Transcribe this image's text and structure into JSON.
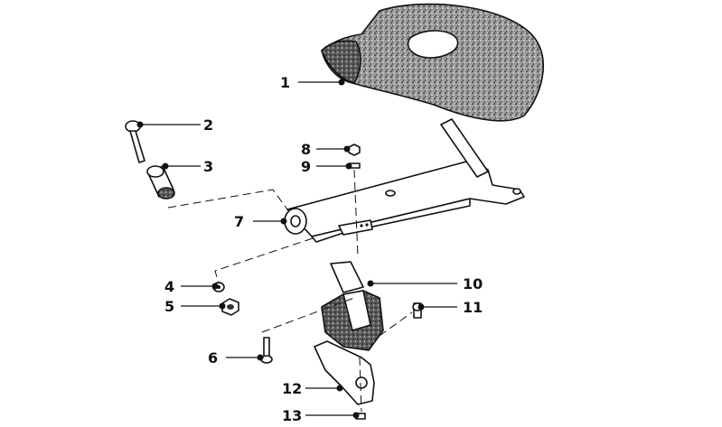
{
  "callouts": [
    {
      "id": "1",
      "label": "1"
    },
    {
      "id": "2",
      "label": "2"
    },
    {
      "id": "3",
      "label": "3"
    },
    {
      "id": "4",
      "label": "4"
    },
    {
      "id": "5",
      "label": "5"
    },
    {
      "id": "6",
      "label": "6"
    },
    {
      "id": "7",
      "label": "7"
    },
    {
      "id": "8",
      "label": "8"
    },
    {
      "id": "9",
      "label": "9"
    },
    {
      "id": "10",
      "label": "10"
    },
    {
      "id": "11",
      "label": "11"
    },
    {
      "id": "12",
      "label": "12"
    },
    {
      "id": "13",
      "label": "13"
    }
  ],
  "colors": {
    "ink": "#111111",
    "foam_fill": "#8a8a8a",
    "metal_fill": "#ffffff",
    "rubber_fill": "#6e6e6e"
  }
}
